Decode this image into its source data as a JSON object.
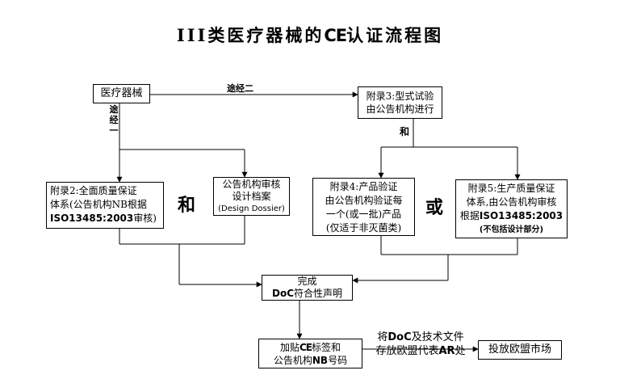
{
  "title": {
    "prefix": "III类医疗器械的",
    "ce": "CE",
    "suffix": "认证流程图"
  },
  "nodes": {
    "device": "医疗器械",
    "annex3": {
      "line1": "附录3:型式试验",
      "line2": "由公告机构进行"
    },
    "annex2": {
      "line1": "附录2:全面质量保证",
      "line2": "体系(公告机构NB根据",
      "line3_bold": "ISO13485:2003",
      "line3_rest": "审核)"
    },
    "nb_review": {
      "line1": "公告机构审核",
      "line2": "设计档案",
      "line3": "(Design Dossier)"
    },
    "annex4": {
      "line1": "附录4:产品验证",
      "line2": "由公告机构验证每",
      "line3": "一个(或一批)产品",
      "line4": "(仅适于非灭菌类)"
    },
    "annex5": {
      "line1": "附录5:生产质量保证",
      "line2": "体系,由公告机构审核",
      "line3_pre": "根据",
      "line3_bold": "ISO13485:2003",
      "line4": "(不包括设计部分)"
    },
    "doc": {
      "line1": "完成",
      "line2_bold": "DoC",
      "line2_rest": "符合性声明"
    },
    "ce_mark": {
      "line1_pre": "加贴",
      "line1_ce": "CE",
      "line1_post": "标签和",
      "line2_pre": "公告机构",
      "line2_bold": "NB",
      "line2_post": "号码"
    },
    "market": "投放欧盟市场"
  },
  "labels": {
    "route2": "途经二",
    "route1": [
      "途",
      "经",
      "一"
    ],
    "and_small": "和",
    "and_big": "和",
    "or_big": "或",
    "store": {
      "line1_pre": "将",
      "line1_bold": "DoC",
      "line1_post": "及技术文件",
      "line2_pre": "存放欧盟代表",
      "line2_bold": "AR",
      "line2_post": "处"
    }
  }
}
